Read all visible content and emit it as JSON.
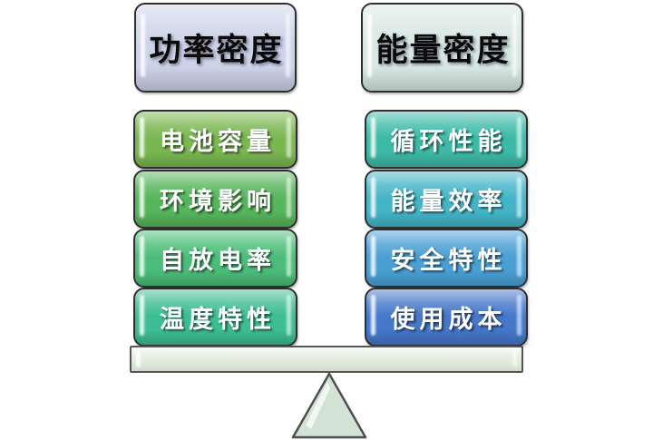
{
  "balance_diagram": {
    "left_column": {
      "header": {
        "label": "功率密度",
        "color": "#cdd3e8"
      },
      "items": [
        {
          "label": "电池容量",
          "color": "#79b750"
        },
        {
          "label": "环境影响",
          "color": "#56b65b"
        },
        {
          "label": "自放电率",
          "color": "#4bbd78"
        },
        {
          "label": "温度特性",
          "color": "#3dbd93"
        }
      ]
    },
    "right_column": {
      "header": {
        "label": "能量密度",
        "color": "#d7e8e3"
      },
      "items": [
        {
          "label": "循环性能",
          "color": "#3dbaa7"
        },
        {
          "label": "能量效率",
          "color": "#44b5c7"
        },
        {
          "label": "安全特性",
          "color": "#4a9fd4"
        },
        {
          "label": "使用成本",
          "color": "#4577ca"
        }
      ]
    },
    "balance": {
      "beam_color": "#e1ebdc",
      "fulcrum_color": "#d2e3d6"
    }
  }
}
